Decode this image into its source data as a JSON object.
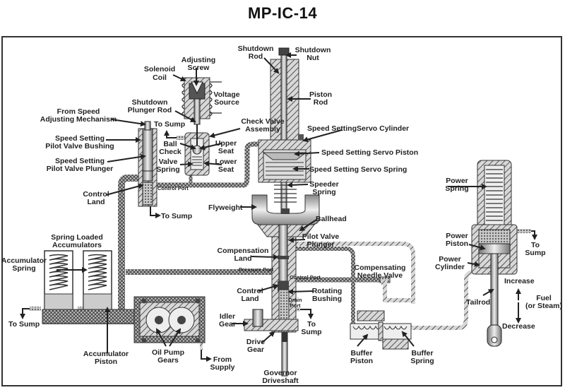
{
  "title": "MP-IC-14",
  "labels": {
    "solenoid_coil": [
      "Solenoid",
      "Coil"
    ],
    "adjusting_screw": [
      "Adjusting",
      "Screw"
    ],
    "voltage_source": [
      "Voltage",
      "Source"
    ],
    "shutdown_plunger_rod": [
      "Shutdown",
      "Plunger Rod"
    ],
    "check_valve_assembly": [
      "Check Valve",
      "Assembly"
    ],
    "from_speed_adjusting": [
      "From Speed",
      "Adjusting Mechanism"
    ],
    "to_sump_top": "To Sump",
    "ball_check": [
      "Ball",
      "Check"
    ],
    "upper_seat": [
      "Upper",
      "Seat"
    ],
    "valve_spring": [
      "Valve",
      "Spring"
    ],
    "lower_seat": [
      "Lower",
      "Seat"
    ],
    "ss_pilot_valve_bushing": [
      "Speed Setting",
      "Pilot Valve Bushing"
    ],
    "ss_pilot_valve_plunger": [
      "Speed Setting",
      "Pilot Valve Plunger"
    ],
    "control_land_left": [
      "Control",
      "Land"
    ],
    "control_port_left": "Control Port",
    "to_sump_left_mid": "To Sump",
    "shutdown_rod": [
      "Shutdown",
      "Rod"
    ],
    "shutdown_nut": [
      "Shutdown",
      "Nut"
    ],
    "piston_rod": [
      "Piston",
      "Rod"
    ],
    "ss_servo_cylinder": "Speed SettingServo Cylinder",
    "ss_servo_piston": "Speed Setting Servo Piston",
    "ss_servo_spring": "Speed Setting Servo Spring",
    "speeder_spring": [
      "Speeder",
      "Spring"
    ],
    "flyweight": "Flyweight",
    "ballhead": "Ballhead",
    "pilot_valve_plunger": [
      "Pilot Valve",
      "Plunger"
    ],
    "compensation_land": [
      "Compensation",
      "Land"
    ],
    "pressure_port": "Pressure Port",
    "control_port_center": "Control Port",
    "control_land_center": [
      "Control",
      "Land"
    ],
    "rotating_bushing": [
      "Rotating",
      "Bushing"
    ],
    "drain_port": [
      "Drain",
      "Port"
    ],
    "to_sump_center": [
      "To",
      "Sump"
    ],
    "idler_gear": [
      "Idler",
      "Gear"
    ],
    "drive_gear": [
      "Drive",
      "Gear"
    ],
    "governor_driveshaft": [
      "Governor",
      "Driveshaft"
    ],
    "compensating_needle_valve": [
      "Compensating",
      "Needle Valve"
    ],
    "buffer_piston": [
      "Buffer",
      "Piston"
    ],
    "buffer_spring": [
      "Buffer",
      "Spring"
    ],
    "spring_loaded_accumulators": [
      "Spring Loaded",
      "Accumulators"
    ],
    "accumulator_spring": [
      "Accumulator",
      "Spring"
    ],
    "to_sump_accum": "To Sump",
    "accumulator_piston": [
      "Accumulator",
      "Piston"
    ],
    "oil_pump_gears": [
      "Oil Pump",
      "Gears"
    ],
    "from_supply": [
      "From",
      "Supply"
    ],
    "power_spring": [
      "Power",
      "Spring"
    ],
    "power_piston": [
      "Power",
      "Piston"
    ],
    "power_cylinder": [
      "Power",
      "Cylinder"
    ],
    "to_sump_power": [
      "To",
      "Sump"
    ],
    "tailrod": "Tailrod",
    "increase": "Increase",
    "decrease": "Decrease",
    "fuel": [
      "Fuel",
      "(or Steam)"
    ]
  }
}
